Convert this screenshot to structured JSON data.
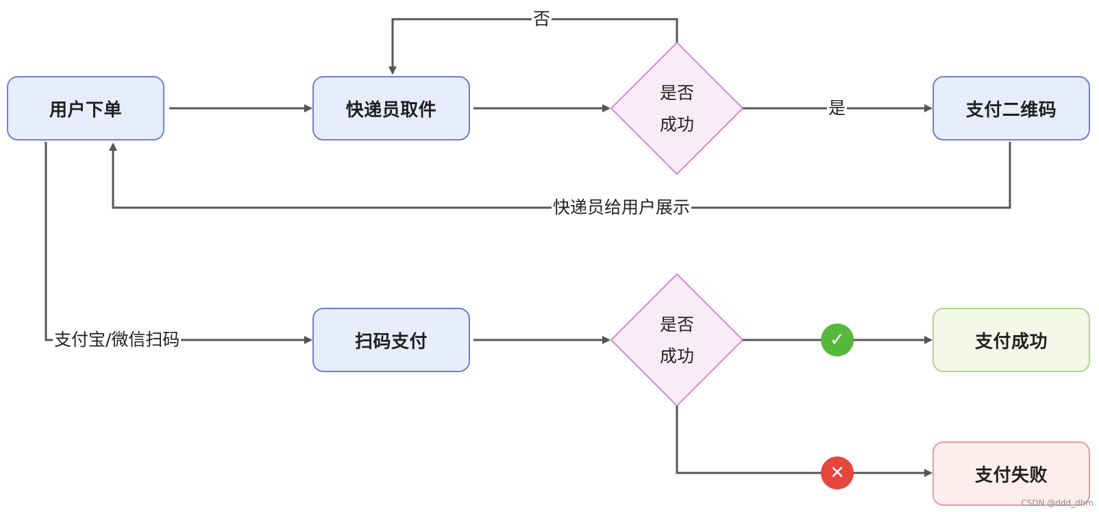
{
  "nodes": {
    "place_order": "用户下单",
    "courier_pickup": "快递员取件",
    "decision_1": [
      "是否",
      "成功"
    ],
    "payment_qrcode": "支付二维码",
    "scan_pay": "扫码支付",
    "decision_2": [
      "是否",
      "成功"
    ],
    "pay_success": "支付成功",
    "pay_failure": "支付失败"
  },
  "edges": {
    "no_label": "否",
    "yes_label": "是",
    "show_to_user_label": "快递员给用户展示",
    "scan_label": "支付宝/微信扫码"
  },
  "badges": {
    "success_icon": "check-icon",
    "failure_icon": "close-icon",
    "success_glyph": "✓",
    "failure_glyph": "✕",
    "success_color": "#56b83c",
    "failure_color": "#e8453c"
  },
  "colors": {
    "process_fill": "#e7edfb",
    "process_border": "#6c7fd0",
    "decision_fill": "#f9ecf6",
    "decision_border": "#d678d6",
    "success_fill": "#f4f8e8",
    "success_border": "#b7d08a",
    "failure_fill": "#fdeeed",
    "failure_border": "#e49a98",
    "connector": "#555555"
  },
  "watermark": "CSDN @ddd_dhm"
}
